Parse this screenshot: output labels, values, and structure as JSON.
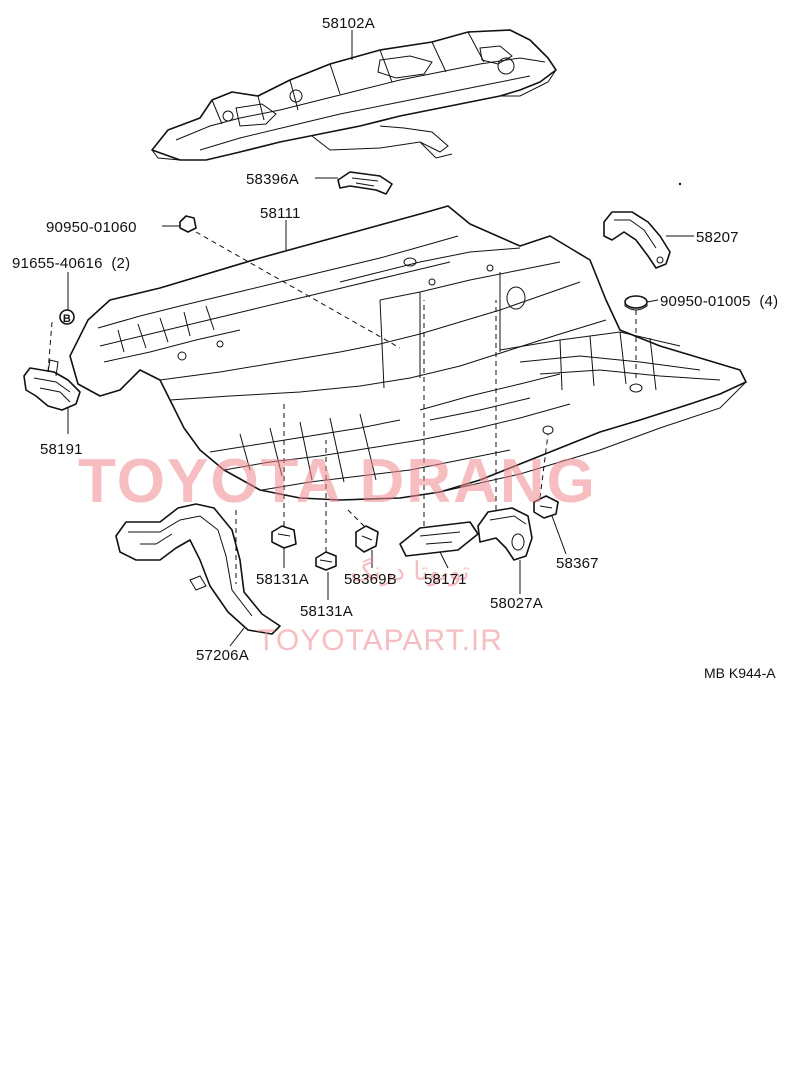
{
  "diagram": {
    "reference_code": "MB K944-A",
    "part_labels": [
      {
        "id": "58102A",
        "text": "58102A"
      },
      {
        "id": "58396A",
        "text": "58396A"
      },
      {
        "id": "90950-01060",
        "text": "90950-01060"
      },
      {
        "id": "58111",
        "text": "58111"
      },
      {
        "id": "58207",
        "text": "58207"
      },
      {
        "id": "91655-40616",
        "text": "91655-40616  (2)"
      },
      {
        "id": "90950-01005",
        "text": "90950-01005  (4)"
      },
      {
        "id": "58191",
        "text": "58191"
      },
      {
        "id": "58367",
        "text": "58367"
      },
      {
        "id": "58131A-1",
        "text": "58131A"
      },
      {
        "id": "58369B",
        "text": "58369B"
      },
      {
        "id": "58171",
        "text": "58171"
      },
      {
        "id": "58027A",
        "text": "58027A"
      },
      {
        "id": "58131A-2",
        "text": "58131A"
      },
      {
        "id": "57206A",
        "text": "57206A"
      }
    ],
    "callout_marker": "B"
  },
  "watermark": {
    "brand": "TOYOTA DRANG",
    "persian": "تویوتا درنگ",
    "url": "TOYOTAPART.IR"
  },
  "colors": {
    "line": "#111111",
    "watermark": "#f08a8f",
    "background": "#ffffff"
  }
}
